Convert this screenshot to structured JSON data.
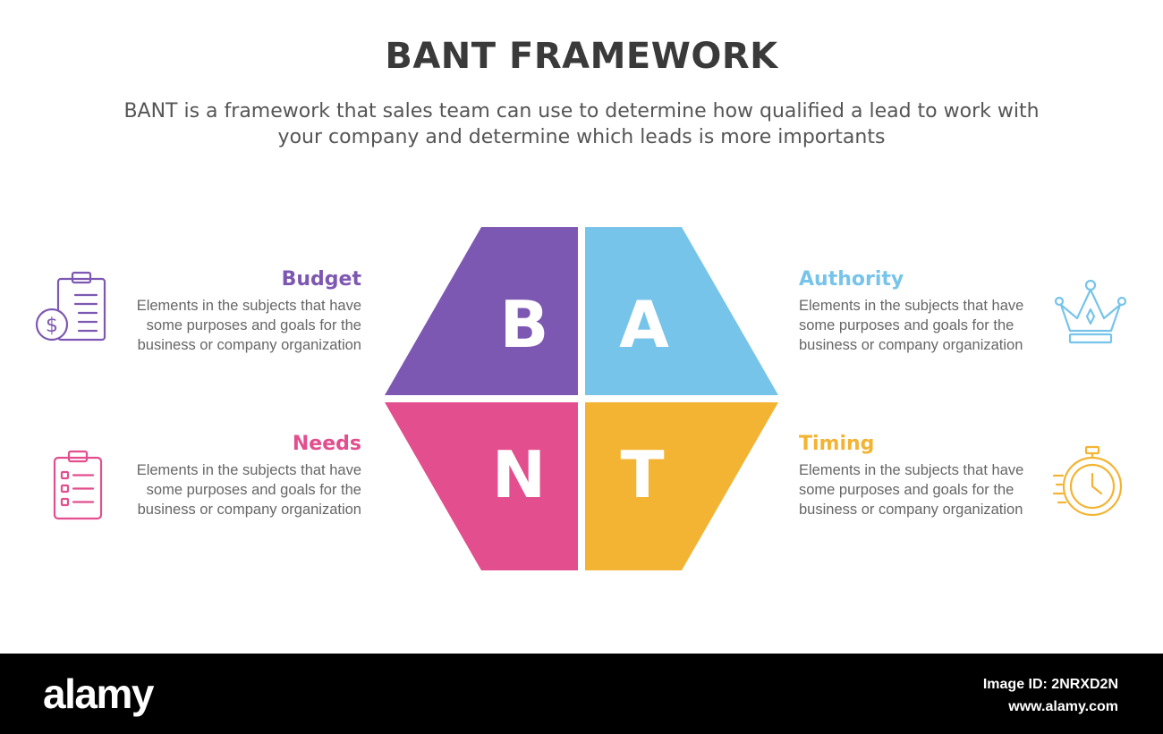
{
  "header": {
    "title": "BANT FRAMEWORK",
    "subtitle_line1": "BANT is a framework that sales team can use to determine how qualified a lead to work with",
    "subtitle_line2": "your company and determine which leads is more importants"
  },
  "segments": [
    {
      "letter": "B",
      "heading": "Budget",
      "desc_line1": "Elements in the subjects that have",
      "desc_line2": "some purposes and goals for the",
      "desc_line3": "business or company organization",
      "color": "#7d58b2",
      "icon": "clipboard-dollar-icon"
    },
    {
      "letter": "A",
      "heading": "Authority",
      "desc_line1": "Elements in the subjects that have",
      "desc_line2": "some purposes and goals for the",
      "desc_line3": "business or company organization",
      "color": "#77c4ea",
      "icon": "crown-icon"
    },
    {
      "letter": "N",
      "heading": "Needs",
      "desc_line1": "Elements in the subjects that have",
      "desc_line2": "some purposes and goals for the",
      "desc_line3": "business or company organization",
      "color": "#e24e8e",
      "icon": "checklist-icon"
    },
    {
      "letter": "T",
      "heading": "Timing",
      "desc_line1": "Elements in the subjects that have",
      "desc_line2": "some purposes and goals for the",
      "desc_line3": "business or company organization",
      "color": "#f3b433",
      "icon": "stopwatch-icon"
    }
  ],
  "footer": {
    "logo": "alamy",
    "image_id": "Image ID: 2NRXD2N",
    "url": "www.alamy.com"
  }
}
